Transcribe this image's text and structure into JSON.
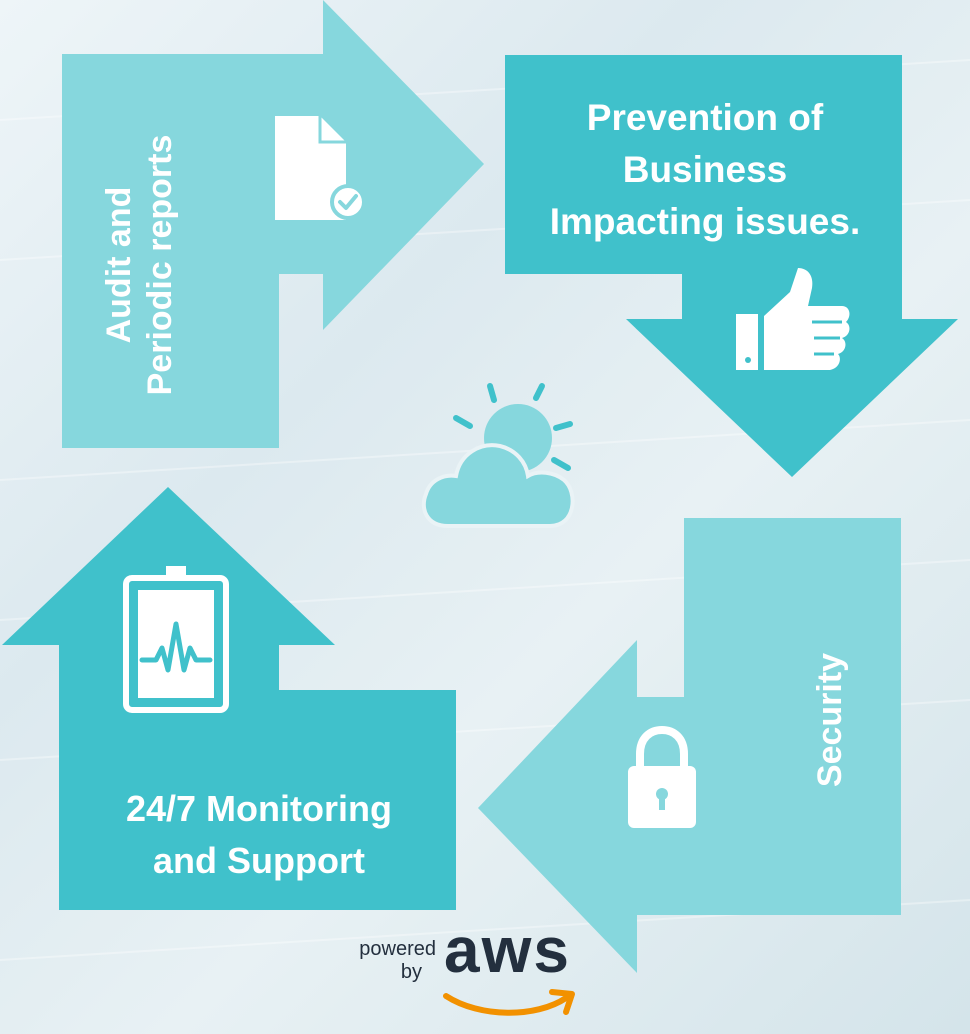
{
  "cycle": {
    "steps": [
      {
        "label_line1": "Audit and",
        "label_line2": "Periodic reports",
        "icon": "document-check-icon"
      },
      {
        "label_line1": "Prevention of",
        "label_line2": "Business",
        "label_line3": "Impacting issues.",
        "icon": "thumbs-up-icon"
      },
      {
        "label_line1": "Security",
        "icon": "padlock-icon"
      },
      {
        "label_line1": "24/7 Monitoring",
        "label_line2": "and Support",
        "icon": "heartbeat-monitor-icon"
      }
    ],
    "center_icon": "sun-cloud-icon"
  },
  "branding": {
    "powered_line1": "powered",
    "powered_line2": "by",
    "logo_text": "aws"
  },
  "colors": {
    "light_teal": "#86d7dd",
    "dark_teal": "#40c1cb",
    "aws_text": "#232f3e",
    "aws_smile": "#f29100"
  }
}
